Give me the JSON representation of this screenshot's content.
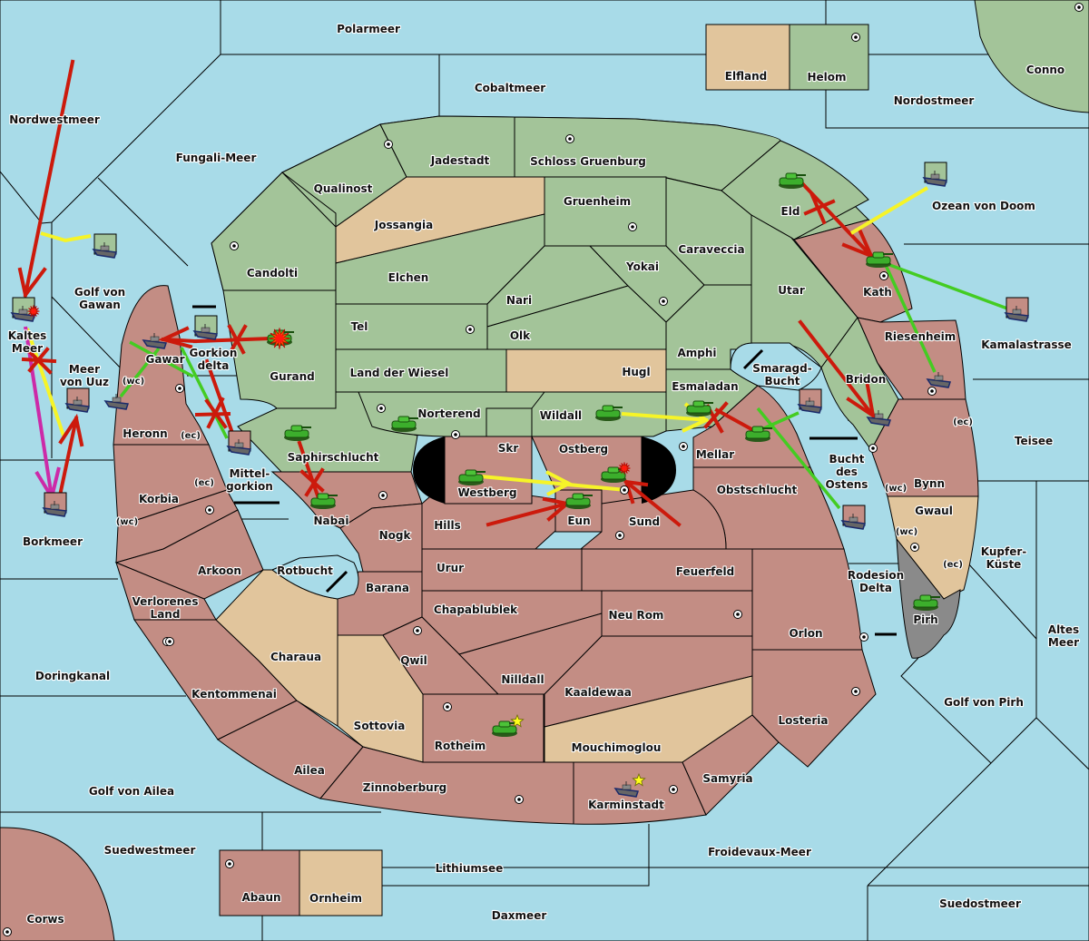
{
  "map": {
    "colors": {
      "sea": "#a8dbe8",
      "power_green": "#a3c499",
      "power_red": "#c38d84",
      "neutral": "#e1c59c",
      "impassable": "#8a8a8a",
      "order_move_red": "#cc1a0c",
      "order_support_yellow": "#f6f428",
      "order_support_green": "#44cc22",
      "order_convoy_magenta": "#cc2aa8"
    },
    "seas": [
      "Polarmeer",
      "Cobaltmeer",
      "Nordwestmeer",
      "Fungali-Meer",
      "Nordostmeer",
      "Ozean von Doom",
      "Golf von Gawan",
      "Kaltes Meer",
      "Meer von Uuz",
      "Borkmeer",
      "Doringkanal",
      "Golf von Ailea",
      "Suedwestmeer",
      "Lithiumsee",
      "Daxmeer",
      "Froidevaux-Meer",
      "Suedostmeer",
      "Golf von Pirh",
      "Altes Meer",
      "Kupfer-Küste",
      "Teisee",
      "Kamalastrasse",
      "Bucht des Ostens",
      "Smaragd-Bucht",
      "Rodesion Delta",
      "Mittel-gorkion",
      "Rotbucht",
      "Gorkion delta"
    ],
    "territories": {
      "green": [
        "Helom",
        "Conno",
        "Qualinost",
        "Jadestadt",
        "Schloss Gruenburg",
        "Gruenheim",
        "Candolti",
        "Elchen",
        "Nari",
        "Yokai",
        "Caraveccia",
        "Eld",
        "Utar",
        "Tel",
        "Olk",
        "Gurand",
        "Land der Wiesel",
        "Amphi",
        "Esmaladan",
        "Bridon",
        "Norterend",
        "Wildall",
        "Skr",
        "Saphirschlucht"
      ],
      "red": [
        "Kath",
        "Riesenheim",
        "Bynn",
        "Mellar",
        "Obstschlucht",
        "Gawar",
        "Heronn",
        "Korbia",
        "Arkoon",
        "Verlorenes Land",
        "Kentommenai",
        "Ailea",
        "Zinnoberburg",
        "Nabai",
        "Nogk",
        "Hills",
        "Westberg",
        "Ostberg",
        "Eun",
        "Sund",
        "Barana",
        "Urur",
        "Feuerfeld",
        "Chapablublek",
        "Neu Rom",
        "Qwil",
        "Nilldall",
        "Kaaldewaa",
        "Rotheim",
        "Karminstadt",
        "Samyria",
        "Losteria",
        "Orlon",
        "Abaun",
        "Corws"
      ],
      "neutral": [
        "Elfland",
        "Jossangia",
        "Hugl",
        "Charaua",
        "Sottovia",
        "Mouchimoglou",
        "Gwaul",
        "Ornheim"
      ],
      "impassable": [
        "Pirh"
      ]
    },
    "coast_markers": [
      "(wc)",
      "(ec)"
    ],
    "units": [
      {
        "type": "fleet-icon",
        "owner": "green",
        "location": "Kaltes Meer"
      },
      {
        "type": "fleet-icon",
        "owner": "green",
        "location": "Golf von Gawan"
      },
      {
        "type": "fleet-icon",
        "owner": "green",
        "location": "Gorkion delta"
      },
      {
        "type": "fleet-icon",
        "owner": "green",
        "location": "Ozean von Doom"
      },
      {
        "type": "army-icon",
        "owner": "green",
        "location": "Eld"
      },
      {
        "type": "army-icon",
        "owner": "green",
        "location": "Kath"
      },
      {
        "type": "army-icon",
        "owner": "green",
        "location": "Norterend"
      },
      {
        "type": "army-icon",
        "owner": "green",
        "location": "Wildall"
      },
      {
        "type": "army-icon",
        "owner": "green",
        "location": "Esmaladan"
      },
      {
        "type": "army-icon",
        "owner": "green",
        "location": "Saphirschlucht"
      },
      {
        "type": "army-icon",
        "owner": "green",
        "location": "Gurand"
      },
      {
        "type": "army-icon",
        "owner": "red",
        "location": "Mellar"
      },
      {
        "type": "army-icon",
        "owner": "red",
        "location": "Westberg"
      },
      {
        "type": "army-icon",
        "owner": "red",
        "location": "Ostberg"
      },
      {
        "type": "army-icon",
        "owner": "red",
        "location": "Eun"
      },
      {
        "type": "army-icon",
        "owner": "red",
        "location": "Nabai"
      },
      {
        "type": "army-icon",
        "owner": "red",
        "location": "Rotheim"
      },
      {
        "type": "army-icon",
        "owner": "grey",
        "location": "Pirh"
      },
      {
        "type": "fleet-icon",
        "owner": "red",
        "location": "Meer von Uuz"
      },
      {
        "type": "fleet-icon",
        "owner": "red",
        "location": "Borkmeer"
      },
      {
        "type": "fleet-icon",
        "owner": "red",
        "location": "Gawar"
      },
      {
        "type": "fleet-icon",
        "owner": "red",
        "location": "Heronn"
      },
      {
        "type": "fleet-icon",
        "owner": "red",
        "location": "Mittel-gorkion"
      },
      {
        "type": "fleet-icon",
        "owner": "red",
        "location": "Kamalastrasse"
      },
      {
        "type": "fleet-icon",
        "owner": "red",
        "location": "Riesenheim"
      },
      {
        "type": "fleet-icon",
        "owner": "red",
        "location": "Bridon"
      },
      {
        "type": "fleet-icon",
        "owner": "red",
        "location": "Smaragd-Bucht"
      },
      {
        "type": "fleet-icon",
        "owner": "red",
        "location": "Bucht des Ostens"
      },
      {
        "type": "fleet-icon",
        "owner": "red",
        "location": "Karminstadt"
      }
    ]
  }
}
